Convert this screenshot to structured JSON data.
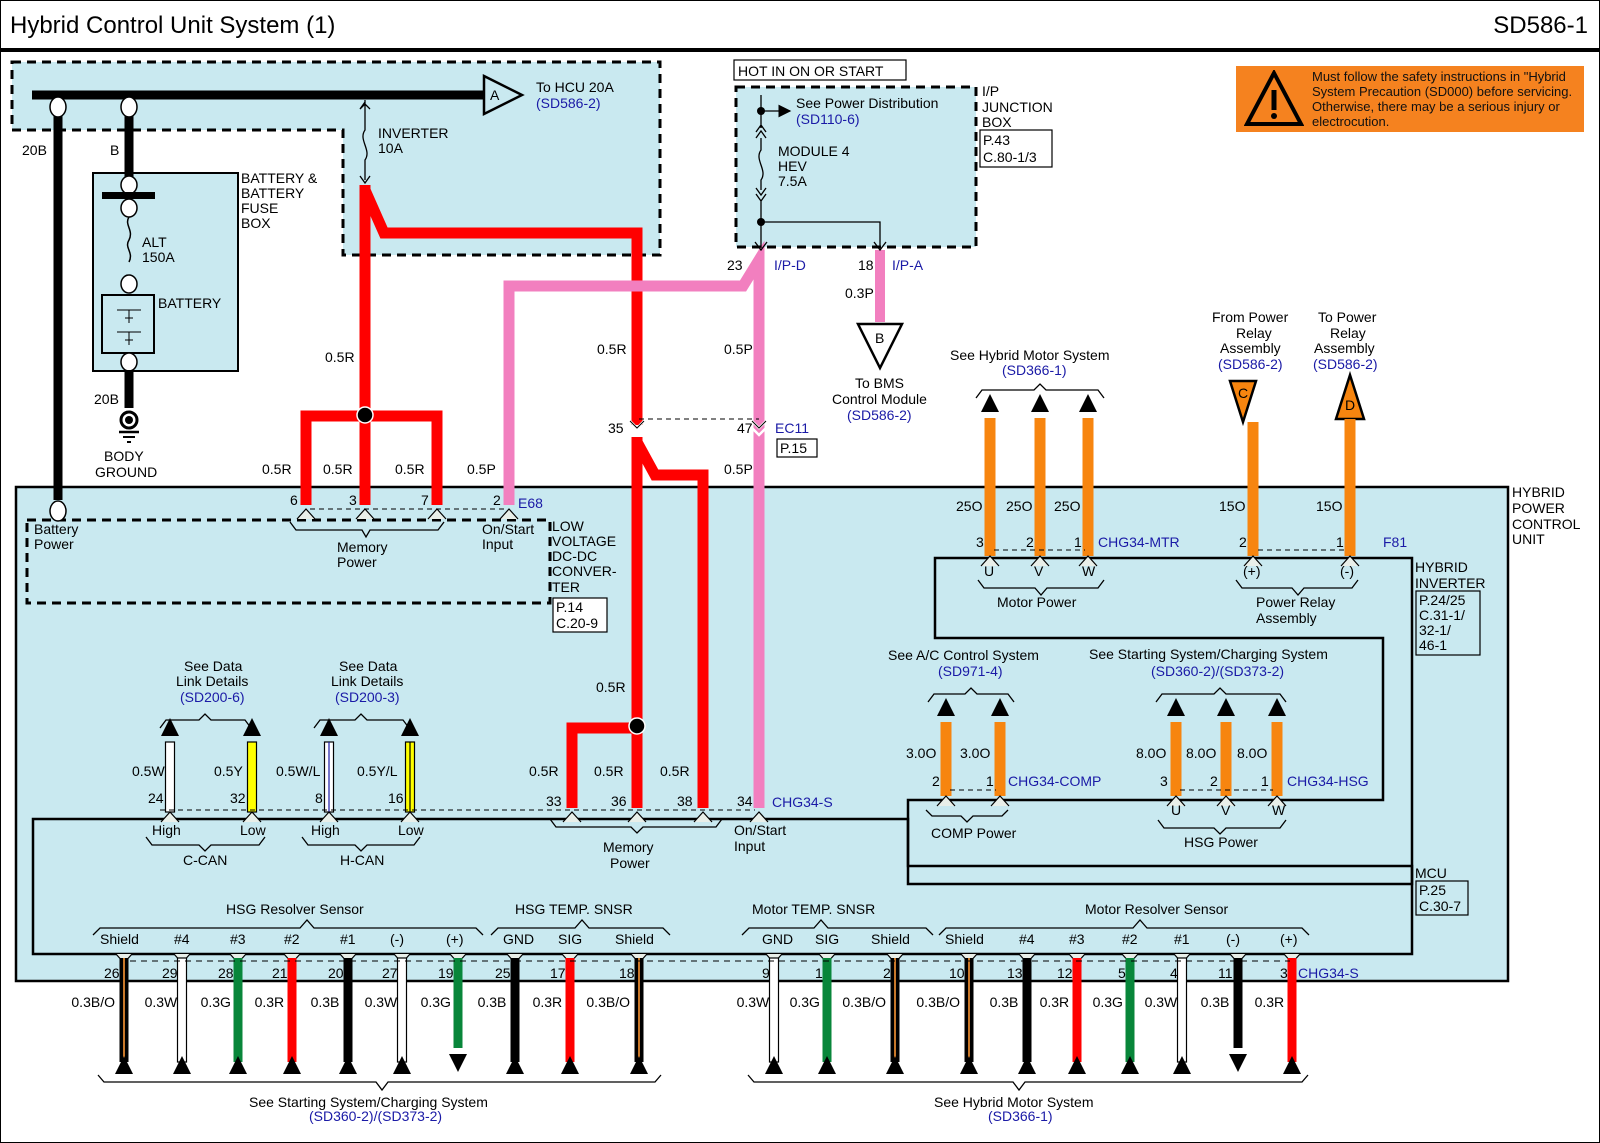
{
  "header": {
    "title": "Hybrid Control Unit System (1)",
    "page_id": "SD586-1"
  },
  "warning": {
    "icon": "warning-triangle-icon",
    "text": "Must follow the safety instructions in \"Hybrid System Precaution (SD000) before servicing. Otherwise, there may be a serious injury or electrocution.",
    "color": "#f5821f"
  },
  "colors": {
    "module_fill": "#c9e9f0",
    "red": "#ff0000",
    "pink": "#f27fbf",
    "orange": "#f7850f",
    "green": "#08863a",
    "yellow": "#ffff00",
    "ref_blue": "#1a1aa6"
  },
  "battery_box": {
    "label": [
      "BATTERY &",
      "BATTERY",
      "FUSE",
      "BOX"
    ],
    "fuse": [
      "ALT",
      "150A"
    ],
    "battery_label": "BATTERY",
    "wire_left": "20B",
    "wire_right": "B",
    "wire_ground": "20B",
    "ground_label": [
      "BODY",
      "GROUND"
    ],
    "inverter_fuse": [
      "INVERTER",
      "10A"
    ],
    "connector_a": {
      "letter": "A",
      "text": "To HCU 20A",
      "ref": "(SD586-2)"
    }
  },
  "ip_junction": {
    "hot_label": "HOT IN ON OR START",
    "power_dist": "See Power Distribution",
    "power_dist_ref": "(SD110-6)",
    "fuse": [
      "MODULE 4",
      "HEV",
      "7.5A"
    ],
    "label": [
      "I/P",
      "JUNCTION",
      "BOX"
    ],
    "ref_box": [
      "P.43",
      "C.80-1/3"
    ],
    "pin_d": "23",
    "conn_d": "I/P-D",
    "pin_a": "18",
    "conn_a": "I/P-A",
    "wire_a": "0.3P",
    "connector_b": {
      "letter": "B",
      "lines": [
        "To BMS",
        "Control Module"
      ],
      "ref": "(SD586-2)"
    }
  },
  "wires_upper": {
    "inverter_red": "0.5R",
    "mid_red": "0.5R",
    "pink": "0.5P",
    "ec11": {
      "pin_red": "35",
      "pin_pink": "47",
      "conn": "EC11",
      "ref": "P.15",
      "below_pink": "0.5P"
    }
  },
  "ldc": {
    "label": [
      "LOW",
      "VOLTAGE",
      "DC-DC",
      "CONVER-",
      "TER"
    ],
    "ref_box": [
      "P.14",
      "C.20-9"
    ],
    "battery_power": [
      "Battery",
      "Power"
    ],
    "memory_power": [
      "Memory",
      "Power"
    ],
    "on_start": [
      "On/Start",
      "Input"
    ],
    "connector": "E68",
    "pins": [
      {
        "pin": "6",
        "wire": "0.5R"
      },
      {
        "pin": "3",
        "wire": "0.5R"
      },
      {
        "pin": "7",
        "wire": "0.5R"
      },
      {
        "pin": "2",
        "wire": "0.5P"
      }
    ]
  },
  "hpcu": {
    "label": [
      "HYBRID",
      "POWER",
      "CONTROL",
      "UNIT"
    ]
  },
  "motor_ref": {
    "text": "See Hybrid Motor System",
    "ref": "(SD366-1)"
  },
  "relay_from": {
    "lines": [
      "From Power",
      "Relay",
      "Assembly"
    ],
    "ref": "(SD586-2)",
    "letter": "C"
  },
  "relay_to": {
    "lines": [
      "To Power",
      "Relay",
      "Assembly"
    ],
    "ref": "(SD586-2)",
    "letter": "D"
  },
  "inverter": {
    "label": [
      "HYBRID",
      "INVERTER"
    ],
    "ref_box": [
      "P.24/25",
      "C.31-1/",
      "32-1/",
      "46-1"
    ],
    "mtr_connector": "CHG34-MTR",
    "mtr_pins": [
      {
        "pin": "3",
        "wire": "25O",
        "term": "U"
      },
      {
        "pin": "2",
        "wire": "25O",
        "term": "V"
      },
      {
        "pin": "1",
        "wire": "25O",
        "term": "W"
      }
    ],
    "motor_power": "Motor Power",
    "relay_connector": "F81",
    "relay_pins": [
      {
        "pin": "2",
        "wire": "15O",
        "term": "(+)"
      },
      {
        "pin": "1",
        "wire": "15O",
        "term": "(-)"
      }
    ],
    "relay_assembly": [
      "Power Relay",
      "Assembly"
    ]
  },
  "comp": {
    "ref_text": "See A/C Control System",
    "ref": "(SD971-4)",
    "connector": "CHG34-COMP",
    "pins": [
      {
        "pin": "2",
        "wire": "3.0O"
      },
      {
        "pin": "1",
        "wire": "3.0O"
      }
    ],
    "label": "COMP Power"
  },
  "hsg": {
    "ref_text": "See Starting System/Charging System",
    "ref": "(SD360-2)/(SD373-2)",
    "connector": "CHG34-HSG",
    "pins": [
      {
        "pin": "3",
        "wire": "8.0O",
        "term": "U"
      },
      {
        "pin": "2",
        "wire": "8.0O",
        "term": "V"
      },
      {
        "pin": "1",
        "wire": "8.0O",
        "term": "W"
      }
    ],
    "label": "HSG Power"
  },
  "mcu": {
    "label": "MCU",
    "ref_box": [
      "P.25",
      "C.30-7"
    ],
    "connector": "CHG34-S",
    "ccan": {
      "ref_text": [
        "See Data",
        "Link Details"
      ],
      "ref": "(SD200-6)",
      "label": "C-CAN",
      "pins": [
        {
          "pin": "24",
          "wire": "0.5W",
          "term": "High"
        },
        {
          "pin": "32",
          "wire": "0.5Y",
          "term": "Low"
        }
      ]
    },
    "hcan": {
      "ref_text": [
        "See Data",
        "Link Details"
      ],
      "ref": "(SD200-3)",
      "label": "H-CAN",
      "pins": [
        {
          "pin": "8",
          "wire": "0.5W/L",
          "term": "High"
        },
        {
          "pin": "16",
          "wire": "0.5Y/L",
          "term": "Low"
        }
      ]
    },
    "memory_pins": [
      {
        "pin": "33",
        "wire": "0.5R"
      },
      {
        "pin": "36",
        "wire": "0.5R"
      },
      {
        "pin": "38",
        "wire": "0.5R"
      }
    ],
    "memory_upper_wire": "0.5R",
    "memory_power": [
      "Memory",
      "Power"
    ],
    "on_start_pin": "34",
    "on_start": [
      "On/Start",
      "Input"
    ],
    "hsg_resolver": "HSG Resolver Sensor",
    "hsg_temp": "HSG TEMP. SNSR",
    "motor_temp": "Motor TEMP. SNSR",
    "motor_resolver": "Motor Resolver Sensor",
    "bottom_pins_left": [
      {
        "term": "Shield",
        "pin": "26",
        "wire": "0.3B/O",
        "color": "bo",
        "dir": "up"
      },
      {
        "term": "#4",
        "pin": "29",
        "wire": "0.3W",
        "color": "w",
        "dir": "up"
      },
      {
        "term": "#3",
        "pin": "28",
        "wire": "0.3G",
        "color": "g",
        "dir": "up"
      },
      {
        "term": "#2",
        "pin": "21",
        "wire": "0.3R",
        "color": "r",
        "dir": "up"
      },
      {
        "term": "#1",
        "pin": "20",
        "wire": "0.3B",
        "color": "b",
        "dir": "up"
      },
      {
        "term": "(-)",
        "pin": "27",
        "wire": "0.3W",
        "color": "w",
        "dir": "up"
      },
      {
        "term": "(+)",
        "pin": "19",
        "wire": "0.3G",
        "color": "g",
        "dir": "down"
      },
      {
        "term": "GND",
        "pin": "25",
        "wire": "0.3B",
        "color": "b",
        "dir": "up"
      },
      {
        "term": "SIG",
        "pin": "17",
        "wire": "0.3R",
        "color": "r",
        "dir": "up"
      },
      {
        "term": "Shield",
        "pin": "18",
        "wire": "0.3B/O",
        "color": "bo",
        "dir": "up"
      }
    ],
    "bottom_pins_right": [
      {
        "term": "GND",
        "pin": "9",
        "wire": "0.3W",
        "color": "w",
        "dir": "up"
      },
      {
        "term": "SIG",
        "pin": "1",
        "wire": "0.3G",
        "color": "g",
        "dir": "up"
      },
      {
        "term": "Shield",
        "pin": "2",
        "wire": "0.3B/O",
        "color": "bo",
        "dir": "up"
      },
      {
        "term": "Shield",
        "pin": "10",
        "wire": "0.3B/O",
        "color": "bo",
        "dir": "up"
      },
      {
        "term": "#4",
        "pin": "13",
        "wire": "0.3B",
        "color": "b",
        "dir": "up"
      },
      {
        "term": "#3",
        "pin": "12",
        "wire": "0.3R",
        "color": "r",
        "dir": "up"
      },
      {
        "term": "#2",
        "pin": "5",
        "wire": "0.3G",
        "color": "g",
        "dir": "up"
      },
      {
        "term": "#1",
        "pin": "4",
        "wire": "0.3W",
        "color": "w",
        "dir": "up"
      },
      {
        "term": "(-)",
        "pin": "11",
        "wire": "0.3B",
        "color": "b",
        "dir": "down"
      },
      {
        "term": "(+)",
        "pin": "3",
        "wire": "0.3R",
        "color": "r",
        "dir": "up"
      }
    ],
    "bottom_ref_left": {
      "text": "See Starting System/Charging System",
      "ref": "(SD360-2)/(SD373-2)"
    },
    "bottom_ref_right": {
      "text": "See Hybrid Motor System",
      "ref": "(SD366-1)"
    }
  }
}
